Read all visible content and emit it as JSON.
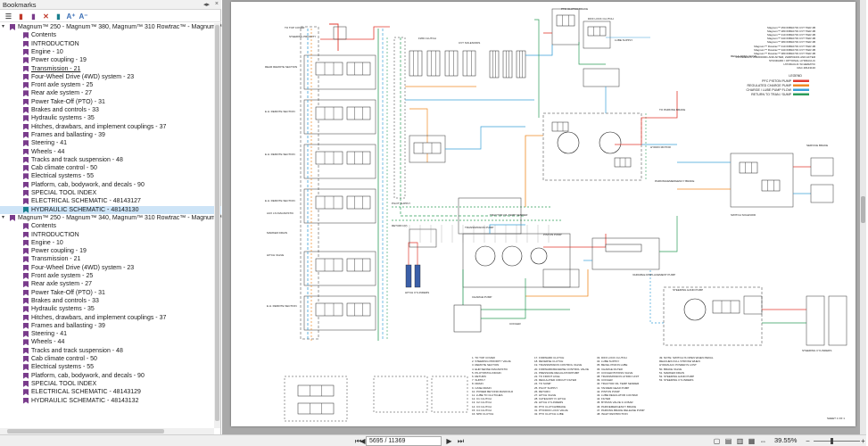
{
  "panel": {
    "title": "Bookmarks",
    "collapse_glyph": "◂▸",
    "close_glyph": "×"
  },
  "toolbar": {
    "icons": [
      {
        "name": "bookmark-options-icon",
        "glyph": "☰",
        "color": "#555555"
      },
      {
        "name": "new-bookmark-icon",
        "glyph": "▮",
        "color": "#c0392b"
      },
      {
        "name": "expand-bookmark-icon",
        "glyph": "▮",
        "color": "#7a3c8c"
      },
      {
        "name": "delete-bookmark-icon",
        "glyph": "✕",
        "color": "#c0392b"
      },
      {
        "name": "bookmark-properties-icon",
        "glyph": "▮",
        "color": "#1a7f8e"
      },
      {
        "name": "increase-text-size-icon",
        "glyph": "A⁺",
        "color": "#3b6fb6"
      },
      {
        "name": "decrease-text-size-icon",
        "glyph": "A⁻",
        "color": "#3b6fb6"
      }
    ]
  },
  "bookmarks": [
    {
      "label": "Magnum™ 250 - Magnum™ 380, Magnum™ 310 Rowtrac™ - Magnum™ 380 R",
      "level": 0,
      "toggle": "▾"
    },
    {
      "label": "Contents",
      "level": 1
    },
    {
      "label": "INTRODUCTION",
      "level": 1
    },
    {
      "label": "Engine - 10",
      "level": 1
    },
    {
      "label": "Power coupling - 19",
      "level": 1
    },
    {
      "label": "Transmission - 21",
      "level": 1,
      "underline": true
    },
    {
      "label": "Four-Wheel Drive (4WD) system - 23",
      "level": 1
    },
    {
      "label": "Front axle system - 25",
      "level": 1
    },
    {
      "label": "Rear axle system - 27",
      "level": 1
    },
    {
      "label": "Power Take-Off (PTO) - 31",
      "level": 1
    },
    {
      "label": "Brakes and controls - 33",
      "level": 1
    },
    {
      "label": "Hydraulic systems - 35",
      "level": 1
    },
    {
      "label": "Hitches, drawbars, and implement couplings - 37",
      "level": 1
    },
    {
      "label": "Frames and ballasting - 39",
      "level": 1
    },
    {
      "label": "Steering - 41",
      "level": 1
    },
    {
      "label": "Wheels - 44",
      "level": 1
    },
    {
      "label": "Tracks and track suspension - 48",
      "level": 1
    },
    {
      "label": "Cab climate control - 50",
      "level": 1
    },
    {
      "label": "Electrical systems - 55",
      "level": 1
    },
    {
      "label": "Platform, cab, bodywork, and decals - 90",
      "level": 1
    },
    {
      "label": "SPECIAL TOOL INDEX",
      "level": 1
    },
    {
      "label": "ELECTRICAL SCHEMATIC - 48143127",
      "level": 1
    },
    {
      "label": "HYDRAULIC SCHEMATIC - 48143130",
      "level": 1,
      "selected": true,
      "hot": true
    },
    {
      "label": "Magnum™ 250 - Magnum™ 340, Magnum™ 310 Rowtrac™ - Magnum™ 340 Ro",
      "level": 0,
      "toggle": "▾"
    },
    {
      "label": "Contents",
      "level": 1
    },
    {
      "label": "INTRODUCTION",
      "level": 1
    },
    {
      "label": "Engine - 10",
      "level": 1
    },
    {
      "label": "Power coupling - 19",
      "level": 1
    },
    {
      "label": "Transmission - 21",
      "level": 1
    },
    {
      "label": "Four-Wheel Drive (4WD) system - 23",
      "level": 1
    },
    {
      "label": "Front axle system - 25",
      "level": 1
    },
    {
      "label": "Rear axle system - 27",
      "level": 1
    },
    {
      "label": "Power Take-Off (PTO) - 31",
      "level": 1
    },
    {
      "label": "Brakes and controls - 33",
      "level": 1
    },
    {
      "label": "Hydraulic systems - 35",
      "level": 1
    },
    {
      "label": "Hitches, drawbars, and implement couplings - 37",
      "level": 1
    },
    {
      "label": "Frames and ballasting - 39",
      "level": 1
    },
    {
      "label": "Steering - 41",
      "level": 1
    },
    {
      "label": "Wheels - 44",
      "level": 1
    },
    {
      "label": "Tracks and track suspension - 48",
      "level": 1
    },
    {
      "label": "Cab climate control - 50",
      "level": 1
    },
    {
      "label": "Electrical systems - 55",
      "level": 1
    },
    {
      "label": "Platform, cab, bodywork, and decals - 90",
      "level": 1
    },
    {
      "label": "SPECIAL TOOL INDEX",
      "level": 1
    },
    {
      "label": "ELECTRICAL SCHEMATIC - 48143129",
      "level": 1
    },
    {
      "label": "HYDRAULIC SCHEMATIC - 48143132",
      "level": 1
    }
  ],
  "schematic": {
    "header_lines": [
      "Magnum™ 250 69B10733 CVT TIER 4B",
      "Magnum™ 280 69B10733 CVT TIER 4B",
      "Magnum™ 310 69B10733 CVT TIER 4B",
      "Magnum™ 340 69B10733 CVT TIER 4B",
      "Magnum™ 380 69B10733 CVT TIER 4B",
      "Magnum™ Rowtrac™ 310 69B10733 CVT TIER 4B",
      "Magnum™ Rowtrac™ 340 69B10733 CVT TIER 4B",
      "Magnum™ Rowtrac™ 380 69B10733 CVT TIER 4B",
      "PIN BREAKS: ZGRF00001 AND AFTER, ZHRP01001 AND AFTER",
      "STANDARD / OPTIONAL HYDRAULIC",
      "HYDRAULIC SCHEMATIC",
      "RAC 48143130"
    ],
    "legend_title": "LEGEND",
    "legend": [
      {
        "label": "PFC PISTON PUMP",
        "color": "#e23a2f"
      },
      {
        "label": "REGULATED CHARGE PUMP",
        "color": "#f08a24"
      },
      {
        "label": "CHARGE / LUBE PUMP FLOW",
        "color": "#3aa0d8"
      },
      {
        "label": "RETURN TO TRAN / SUMP",
        "color": "#2c9c5a"
      }
    ],
    "labels": [
      "TO TOP COVER",
      "STEERING PRIORITY",
      "REAR REMOTE SECTION",
      "E.H. REMOTE SECTION",
      "E.H. REMOTE SECTION",
      "E.H. REMOTE SECTION",
      "PILOT SUPPLY",
      "RETURN (R)",
      "AUX LS DIAGNOSTIC",
      "MARKER DRAIN",
      "HITCH VALVE",
      "E.H. REMOTE SECTION",
      "HITCH CYLINDERS",
      "PTO CLUTCH BRAKE",
      "DIFF LOCK CLUTCH",
      "LUBE SUPPLY",
      "FWD CLUTCH",
      "CVT SOLENOIDS",
      "TO PARKING BRAKE",
      "SWITCH SOLENOID",
      "TRANSMISSION PUMP",
      "TRACTOR OIL TEMP SENDER",
      "PISTON PUMP",
      "VARIABLE DISPLACEMENT PUMP",
      "STEERING HAND PUMP",
      "STEERING CYLINDERS",
      "SERVICE BRAKE",
      "PARKING/EMERGENCY BRAKE",
      "CHARGE PUMP",
      "COOLER",
      "HYDRO MOTOR",
      "REGULATING VALVE"
    ],
    "notes": [
      "1. TO TOP COVER",
      "2. STEERING PRIORITY VALVE",
      "3. REMOTE SECTION",
      "4. EHR SENSE DIAGNOSTIC",
      "5. PILOT/PATCH DRAIN",
      "6. RETURN",
      "7. SUPPLY",
      "8. DRAIN",
      "9. CASE DRAIN",
      "10. POWER BEYOND MANIFOLD",
      "11. LUBE TO CLUTCHES",
      "12. C1 CLUTCH",
      "13. C2 CLUTCH",
      "14. C3 CLUTCH",
      "15. C4 CLUTCH",
      "16. NPD CLUTCH",
      "17. FORWARD CLUTCH",
      "18. REVERSE CLUTCH",
      "19. TRANSMISSION CONTROL VALVE",
      "20. FORWARD/REVERSE CONTROL VALVE",
      "21. PRESSURE REGULATOR/PUMP",
      "22. TO FRONT AXLE",
      "23. REGULATED CIRCUIT FILTER",
      "24. TO SUMP",
      "25. PILOT SUPPLY",
      "26. RETURN",
      "27. HITCH VALVE",
      "28. CATEGORY IV HITCH",
      "29. HITCH CYLINDERS",
      "30. PTO CLUTCH/BRAKE",
      "31. PTO/DIFF LOCK VALVE",
      "32. PTO CLUTCH LUBE",
      "33. DIFF LOCK CLUTCH",
      "34. LUBE SUPPLY",
      "35. BEVEL PINION LUBE",
      "36. CHARGE FILTER",
      "37. COOLER BYPASS VALVE",
      "38. TRANSMISSION HYDRO UNIT",
      "39. COOLER",
      "40. TRACTOR OIL TEMP SENDER",
      "41. TANDEM GEAR PUMP",
      "42. PISTON PUMP",
      "43. LUBE REGULATOR 4.00 BAR",
      "44. FILTER",
      "45. BYPASS VALVE 3.10 BAR",
      "46. PARK/EMERGENCY BRAKE",
      "47. PARKING BRAKE RELEASE PUMP",
      "48. INLET RESTRICTION",
      "49. NOTE: SWITCH IS OPEN WHEN PEDAL",
      "REACHES FULL STROKE WHEN",
      "HYDRAULIC POWER IS LOST",
      "50. BRAKE VALVE",
      "51. MARKER DRAIN",
      "52. STEERING HAND PUMP",
      "53. STEERING CYLINDERS"
    ],
    "sheet": "SHEET 1 OF 1"
  },
  "statusbar": {
    "page_display": "5695 / 11369",
    "zoom": "39.55%",
    "zoom_fraction": 0.3955
  }
}
